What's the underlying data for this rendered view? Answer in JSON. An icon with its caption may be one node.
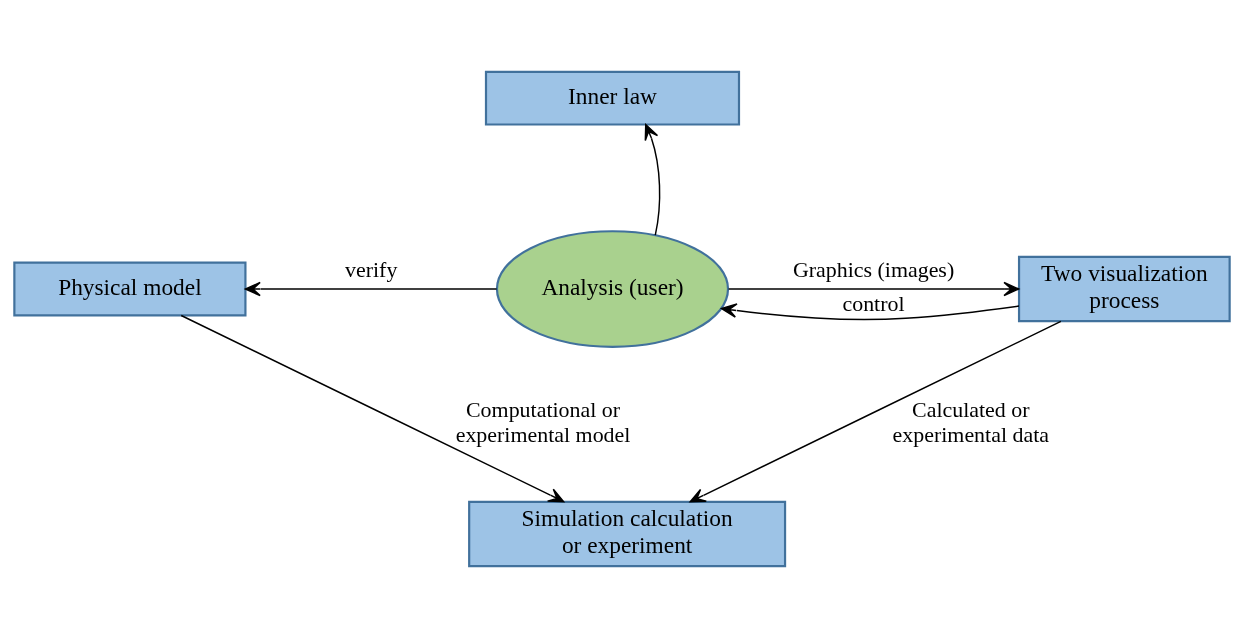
{
  "diagram": {
    "nodes": [
      {
        "text": [
          "Inner law"
        ]
      },
      {
        "text": [
          "Physical model"
        ]
      },
      {
        "text": [
          "Analysis (user)"
        ]
      },
      {
        "text": [
          "Two visualization process"
        ]
      },
      {
        "text": [
          "Simulation calculation or experiment"
        ]
      }
    ],
    "edges": [
      {
        "from": 2,
        "to": 0,
        "arrow": "to"
      },
      {
        "from": 2,
        "to": 1,
        "arrow": "to",
        "label": "verify"
      },
      {
        "from": 2,
        "to": 3,
        "arrow": "to",
        "label": "Graphics (images)"
      },
      {
        "from": 3,
        "to": 2,
        "arrow": "to",
        "label": "control"
      },
      {
        "from": 1,
        "to": 4,
        "arrow": "to",
        "label": "Computational or experimental model"
      },
      {
        "from": 3,
        "to": 4,
        "arrow": "to",
        "label": "Calculated or experimental data"
      }
    ]
  }
}
